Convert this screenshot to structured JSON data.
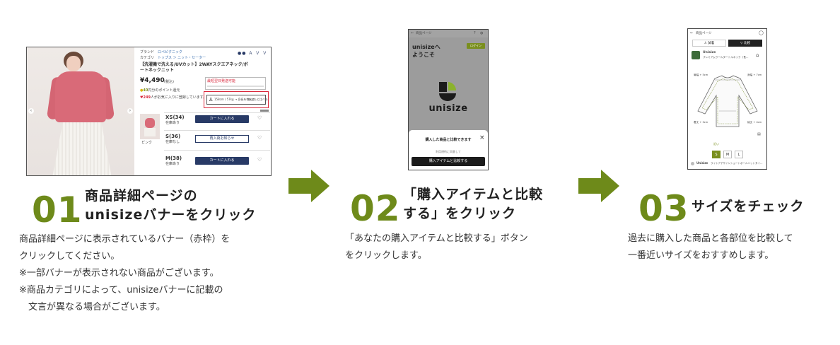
{
  "step1": {
    "number": "01",
    "title_lines": [
      "商品詳細ページの",
      "unisizeバナーをクリック"
    ],
    "desc_lines": [
      "商品詳細ページに表示されているバナー（赤枠）を",
      "クリックしてください。",
      "※一部バナーが表示されない商品がございます。",
      "※商品カテゴリによって、unisizeバナーに記載の",
      "　文言が異なる場合がございます。"
    ],
    "screenshot": {
      "brand_label": "ブランド",
      "brand_value": "ロペピクニック",
      "category_label": "カテゴリ",
      "category_value": "トップス ＞ ニット・セーター",
      "product_title_line1": "【洗濯機で洗える/UVカット】2WAYスクエアネック/ボ",
      "product_title_line2": "ートネックニット",
      "price": "¥4,490",
      "tax": "(税込)",
      "points_value": "40",
      "points_text": "円分のポイント還元",
      "favorites_value": "249",
      "favorites_text": "人がお気に入りに登録しています。",
      "notice_text": "最短翌日発送可能",
      "banner_text": "158cm / 57kg → 身長を教える",
      "banner_link": "あなたと比べる",
      "color_label": "ピンク",
      "cart_button": "カートに入れる",
      "restock_button": "再入荷お知らせ",
      "sizes": [
        {
          "name": "XS(34)",
          "stock": "在庫あり"
        },
        {
          "name": "S(36)",
          "stock": "在庫なし"
        },
        {
          "name": "M(38)",
          "stock": "在庫あり"
        }
      ]
    }
  },
  "step2": {
    "number": "02",
    "title_lines": [
      "「購入アイテムと比較",
      "する」をクリック"
    ],
    "desc_lines": [
      "「あなたの購入アイテムと比較する」ボタン",
      "をクリックします。"
    ],
    "screenshot": {
      "back_label": "商品ページ",
      "greeting_line1": "unisizeへ",
      "greeting_line2": "ようこそ",
      "login_button": "ログイン",
      "logo_text": "unisize",
      "sheet_title": "購入した商品と比較できます",
      "sheet_sub": "利用規約に同意して",
      "sheet_button": "購入アイテムと比較する"
    }
  },
  "step3": {
    "number": "03",
    "title_lines": [
      "サイズをチェック"
    ],
    "desc_lines": [
      "過去に購入した商品と各部位を比較して",
      "一番近いサイズをおすすめします。"
    ],
    "screenshot": {
      "back_label": "商品ページ",
      "tab_left": "試着",
      "tab_right": "比較",
      "item_brand": "Unisize",
      "item_name": "プレミアムウールタートルネック（長…",
      "measure_shoulder": "肩幅 + 5cm",
      "measure_width": "身幅 + 7cm",
      "measure_length": "着丈 + 3cm",
      "measure_sleeve": "袖丈 + 4cm",
      "recommend_label": "近い",
      "sizes": [
        "S",
        "M",
        "L"
      ],
      "active_size": "S",
      "footer_brand": "Unisize",
      "footer_text": "ライトアデザインショートボールニットタイ…"
    },
    "accent_color": "#7a8f1e"
  },
  "colors": {
    "accent": "#6e8a1a",
    "arrow": "#6e8a1a",
    "highlight_red": "#d9263a",
    "button_navy": "#283a66"
  }
}
